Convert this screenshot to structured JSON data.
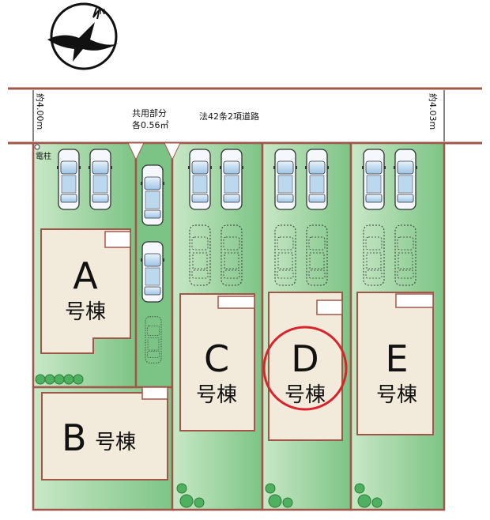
{
  "road": {
    "label": "法42条2項道路",
    "width_left": "約4.00m",
    "width_right": "約4.03m",
    "shared_label_1": "共用部分",
    "shared_label_2": "各0.56㎡",
    "pole_label": "電柱"
  },
  "buildings": [
    {
      "letter": "A",
      "suffix": "号棟"
    },
    {
      "letter": "B",
      "suffix": "号棟"
    },
    {
      "letter": "C",
      "suffix": "号棟"
    },
    {
      "letter": "D",
      "suffix": "号棟"
    },
    {
      "letter": "E",
      "suffix": "号棟"
    }
  ],
  "highlight": {
    "building": "D",
    "color": "#d9232d"
  },
  "colors": {
    "lot_green": "#8fcf94",
    "boundary": "#a0574a",
    "house": "#f2ebdc"
  },
  "compass": {
    "icon": "north-compass-bird-icon",
    "north_label": "N"
  }
}
